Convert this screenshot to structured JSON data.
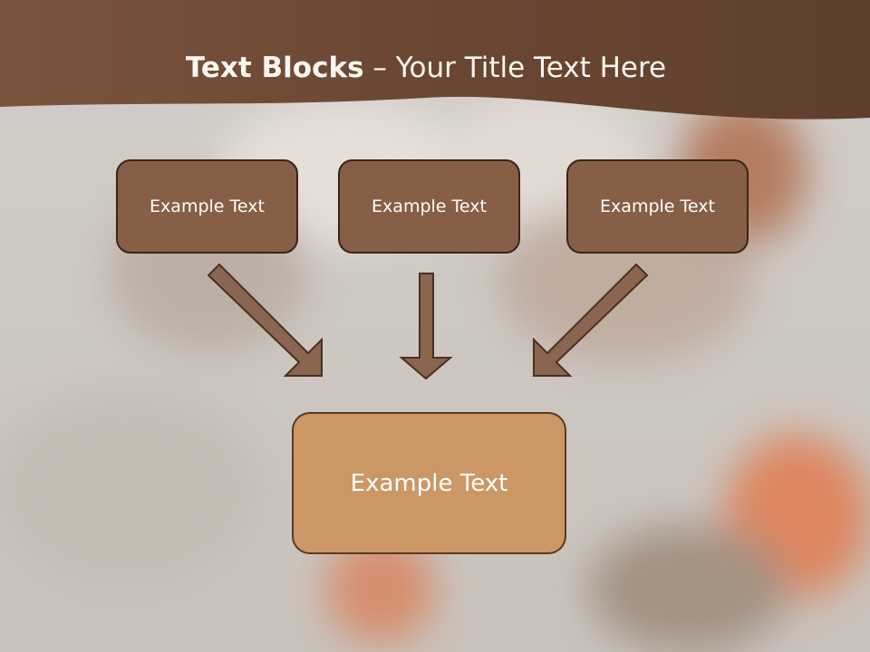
{
  "title": {
    "bold_part": "Text Blocks",
    "dash": "–",
    "regular_part": "Your Title Text Here"
  },
  "blocks": {
    "top": [
      {
        "label": "Example Text"
      },
      {
        "label": "Example Text"
      },
      {
        "label": "Example Text"
      }
    ],
    "bottom": {
      "label": "Example Text"
    }
  },
  "colors": {
    "header_brown": "#6e4b36",
    "box_brown": "#875f47",
    "box_tan": "#cc9766",
    "arrow_fill": "#8a6550"
  }
}
